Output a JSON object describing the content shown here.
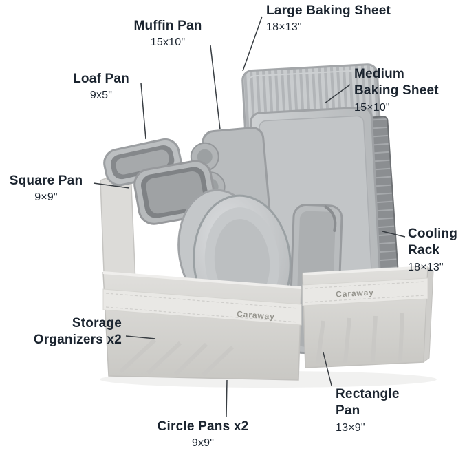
{
  "image": {
    "type": "annotated-product-diagram",
    "background": "#ffffff"
  },
  "product": {
    "brand": "Caraway",
    "description": "Gray bakeware set stored vertically in two fabric storage organizers"
  },
  "labels": [
    {
      "id": "large-baking-sheet",
      "title": "Large Baking Sheet",
      "size": "18×13\""
    },
    {
      "id": "muffin-pan",
      "title": "Muffin Pan",
      "size": "15x10\""
    },
    {
      "id": "loaf-pan",
      "title": "Loaf Pan",
      "size": "9x5\""
    },
    {
      "id": "medium-baking-sheet",
      "title": "Medium\nBaking Sheet",
      "size": "15×10\""
    },
    {
      "id": "square-pan",
      "title": "Square Pan",
      "size": "9×9\""
    },
    {
      "id": "cooling-rack",
      "title": "Cooling\nRack",
      "size": "18×13\""
    },
    {
      "id": "storage-organizers",
      "title": "Storage\nOrganizers x2",
      "size": ""
    },
    {
      "id": "rectangle-pan",
      "title": "Rectangle\nPan",
      "size": "13×9\""
    },
    {
      "id": "circle-pans",
      "title": "Circle Pans x2",
      "size": "9x9\""
    }
  ],
  "colors": {
    "label_text": "#1b242f",
    "callout_line": "#383d42",
    "pan_light": "#c9ccce",
    "pan_mid": "#b4b7ba",
    "pan_dark": "#85888b",
    "fabric_light": "#e9e8e5",
    "fabric_mid": "#d8d7d4",
    "fabric_dark": "#c9c8c4"
  }
}
